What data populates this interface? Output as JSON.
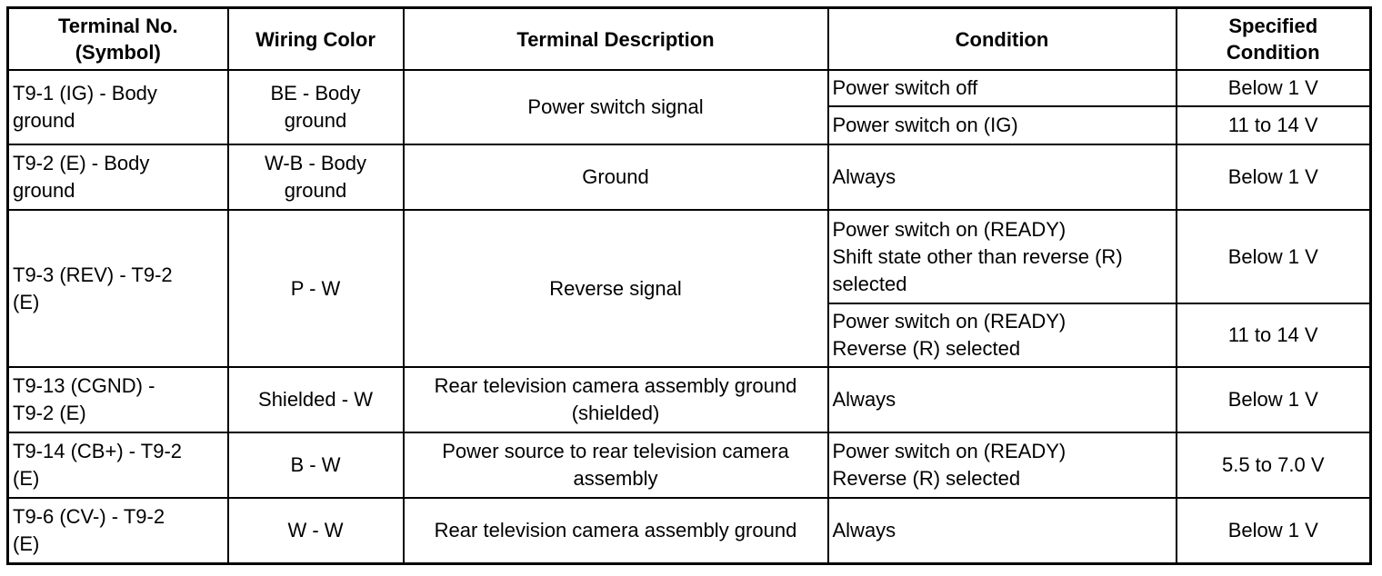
{
  "headers": {
    "terminal": [
      "Terminal No.",
      "(Symbol)"
    ],
    "wiring": "Wiring Color",
    "description": "Terminal Description",
    "condition": "Condition",
    "specified": [
      "Specified",
      "Condition"
    ]
  },
  "rows": [
    {
      "terminal": [
        "T9-1 (IG) - Body",
        "ground"
      ],
      "wiring": [
        "BE - Body",
        "ground"
      ],
      "description": [
        "Power switch signal"
      ],
      "conditions": [
        {
          "condition": [
            "Power switch off"
          ],
          "specified": "Below 1 V"
        },
        {
          "condition": [
            "Power switch on (IG)"
          ],
          "specified": "11 to 14 V"
        }
      ]
    },
    {
      "terminal": [
        "T9-2 (E) - Body",
        "ground"
      ],
      "wiring": [
        "W-B - Body",
        "ground"
      ],
      "description": [
        "Ground"
      ],
      "conditions": [
        {
          "condition": [
            "Always"
          ],
          "specified": "Below 1 V"
        }
      ]
    },
    {
      "terminal": [
        "T9-3 (REV) - T9-2",
        "(E)"
      ],
      "wiring": [
        "P - W"
      ],
      "description": [
        "Reverse signal"
      ],
      "conditions": [
        {
          "condition": [
            "Power switch on (READY)",
            "Shift state other than reverse (R)",
            "selected"
          ],
          "specified": "Below 1 V"
        },
        {
          "condition": [
            "Power switch on (READY)",
            "Reverse (R) selected"
          ],
          "specified": "11 to 14 V"
        }
      ]
    },
    {
      "terminal": [
        "T9-13 (CGND) -",
        "T9-2 (E)"
      ],
      "wiring": [
        "Shielded - W"
      ],
      "description": [
        "Rear television camera assembly ground",
        "(shielded)"
      ],
      "conditions": [
        {
          "condition": [
            "Always"
          ],
          "specified": "Below 1 V"
        }
      ]
    },
    {
      "terminal": [
        "T9-14 (CB+) - T9-2",
        "(E)"
      ],
      "wiring": [
        "B - W"
      ],
      "description": [
        "Power source to rear television camera",
        "assembly"
      ],
      "conditions": [
        {
          "condition": [
            "Power switch on (READY)",
            "Reverse (R) selected"
          ],
          "specified": "5.5 to 7.0 V"
        }
      ]
    },
    {
      "terminal": [
        "T9-6 (CV-) - T9-2",
        "(E)"
      ],
      "wiring": [
        "W - W"
      ],
      "description": [
        "Rear television camera assembly ground"
      ],
      "conditions": [
        {
          "condition": [
            "Always"
          ],
          "specified": "Below 1 V"
        }
      ]
    }
  ]
}
